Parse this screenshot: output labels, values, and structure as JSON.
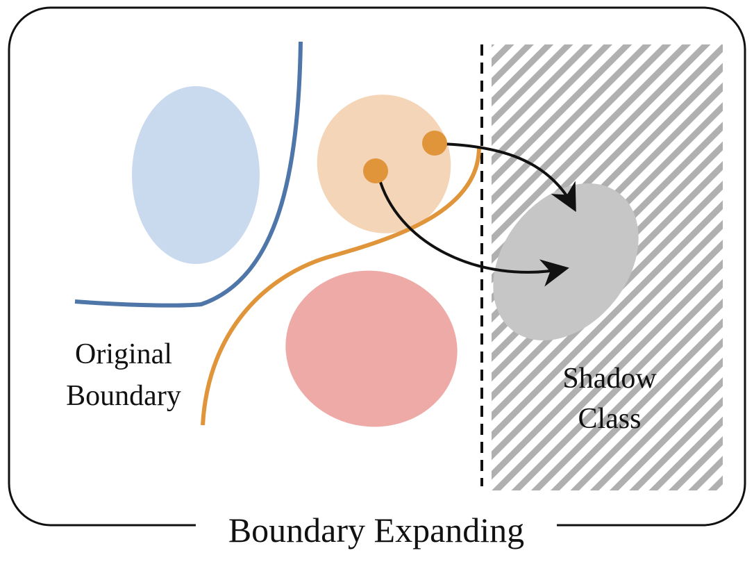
{
  "labels": {
    "original_line1": "Original",
    "original_line2": "Boundary",
    "shadow_line1": "Shadow",
    "shadow_line2": "Class",
    "caption": "Boundary Expanding"
  },
  "colors": {
    "frame": "#111111",
    "blue_cluster": "#c9d9ee",
    "blue_boundary": "#4f76a8",
    "orange_cluster": "#f4d5b8",
    "orange_boundary": "#e0953a",
    "orange_point": "#e0953a",
    "red_cluster": "#eeaaa6",
    "shadow_cluster": "#c6c6c6",
    "hatch": "#b0b0b0",
    "arrow": "#111111"
  }
}
